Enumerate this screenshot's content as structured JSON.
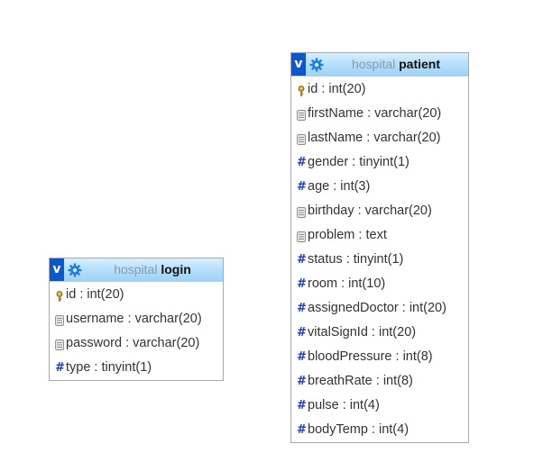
{
  "tables": {
    "login": {
      "db": "hospital",
      "name": "login",
      "columns": [
        {
          "field": "id : int(20)",
          "kind": "key"
        },
        {
          "field": "username : varchar(20)",
          "kind": "text"
        },
        {
          "field": "password : varchar(20)",
          "kind": "text"
        },
        {
          "field": "type : tinyint(1)",
          "kind": "number"
        }
      ]
    },
    "patient": {
      "db": "hospital",
      "name": "patient",
      "columns": [
        {
          "field": "id : int(20)",
          "kind": "key"
        },
        {
          "field": "firstName : varchar(20)",
          "kind": "text"
        },
        {
          "field": "lastName : varchar(20)",
          "kind": "text"
        },
        {
          "field": "gender : tinyint(1)",
          "kind": "number"
        },
        {
          "field": "age : int(3)",
          "kind": "number"
        },
        {
          "field": "birthday : varchar(20)",
          "kind": "text"
        },
        {
          "field": "problem : text",
          "kind": "text"
        },
        {
          "field": "status : tinyint(1)",
          "kind": "number"
        },
        {
          "field": "room : int(10)",
          "kind": "number"
        },
        {
          "field": "assignedDoctor : int(20)",
          "kind": "number"
        },
        {
          "field": "vitalSignId : int(20)",
          "kind": "number"
        },
        {
          "field": "bloodPressure : int(8)",
          "kind": "number"
        },
        {
          "field": "breathRate : int(8)",
          "kind": "number"
        },
        {
          "field": "pulse : int(4)",
          "kind": "number"
        },
        {
          "field": "bodyTemp : int(4)",
          "kind": "number"
        }
      ]
    }
  },
  "header_badge": "v",
  "icons": {
    "key": "key-icon",
    "text": "text-field-icon",
    "number": "numeric-field-icon",
    "options": "gear-icon"
  },
  "colors": {
    "header_gradient_top": "#d9effd",
    "header_gradient_bottom": "#9fd2f6",
    "badge": "#0f57c8",
    "border": "#a9a9a9",
    "numeric_icon": "#1f3fb0"
  }
}
